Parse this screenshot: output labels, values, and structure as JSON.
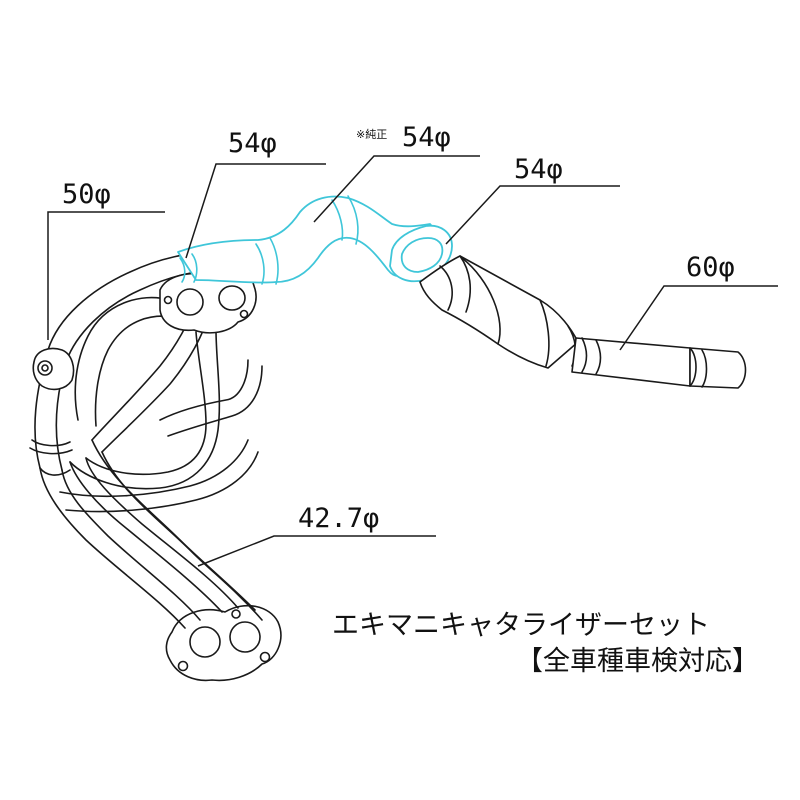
{
  "labels": {
    "header_diameter": "50φ",
    "front_pipe_diameter": "54φ",
    "oem_note": "※純正",
    "oem_pipe_diameter": "54φ",
    "catalyzer_inlet_diameter": "54φ",
    "outlet_diameter": "60φ",
    "runner_diameter": "42.7φ"
  },
  "caption": {
    "product_name": "エキマニキャタライザーセット",
    "approval": "【全車種車検対応】"
  },
  "colors": {
    "highlight": "#3fc6d9",
    "line": "#1a1a1a"
  }
}
